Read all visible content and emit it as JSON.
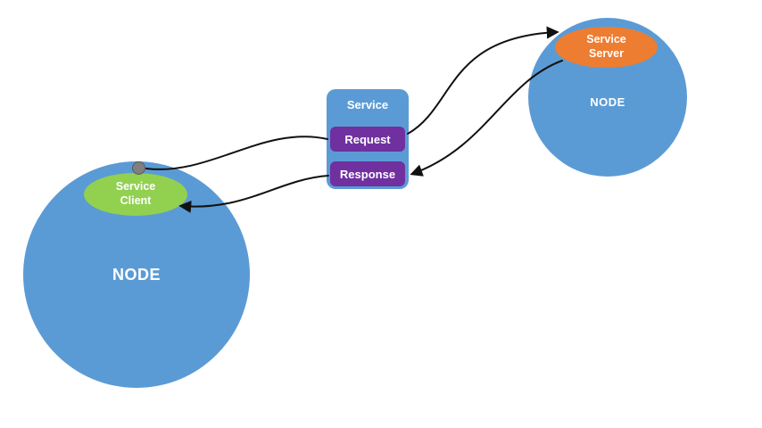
{
  "diagram": {
    "left_node": {
      "label": "NODE"
    },
    "right_node": {
      "label": "NODE"
    },
    "service_client": {
      "line1": "Service",
      "line2": "Client"
    },
    "service_server": {
      "line1": "Service",
      "line2": "Server"
    },
    "service": {
      "title": "Service",
      "request": "Request",
      "response": "Response"
    },
    "colors": {
      "node_blue": "#5b9bd5",
      "client_green": "#92d050",
      "server_orange": "#ed7d31",
      "message_purple": "#7030a0",
      "dot_gray": "#7f7f7f",
      "connector_black": "#111111",
      "background": "#ffffff"
    }
  }
}
